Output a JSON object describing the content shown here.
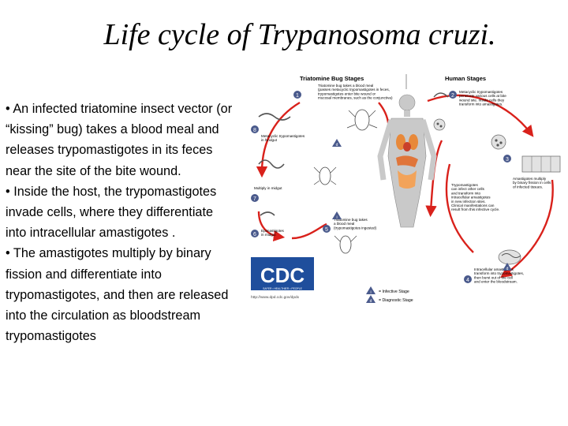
{
  "slide": {
    "title": "Life cycle of Trypanosoma cruzi.",
    "bullets": [
      "•   An infected triatomine insect vector (or “kissing” bug) takes a blood meal and releases trypomastigotes in its feces near the site of the bite wound.",
      "•   Inside the host, the trypomastigotes invade cells, where they differentiate into intracellular amastigotes .",
      "•   The amastigotes multiply by binary fission and differentiate into trypomastigotes, and then are released into the circulation as bloodstream trypomastigotes"
    ]
  },
  "diagram": {
    "left_header": "Triatomine Bug Stages",
    "right_header": "Human Stages",
    "step1_text": [
      "Triatomine bug takes a blood meal",
      "(passes metacyclic trypomastigotes in feces,",
      "trypomastigotes enter bite wound or",
      "mucosal membranes, such as the conjunctiva)"
    ],
    "step2_text": [
      "Metacyclic trypomastigotes",
      "penetrate various cells at bite",
      "wound site. Inside cells they",
      "transform into amastigotes."
    ],
    "step3_text": [
      "Amastigotes multiply",
      "by binary fission in cells",
      "of infected tissues."
    ],
    "step4_text": [
      "Intracellular amastigotes",
      "transform into trypomastigotes,",
      "then burst out of the cell",
      "and enter the bloodstream."
    ],
    "step5_text": [
      "Triatomine bug takes",
      "a blood meal",
      "(trypomastigotes ingested)"
    ],
    "step6_text": [
      "Epimastigotes",
      "in midgut"
    ],
    "step7_text": [
      "Multiply in midgut"
    ],
    "step8_text": [
      "Metacyclic trypomastigotes",
      "in hindgut"
    ],
    "human_note": [
      "Trypomastigotes",
      "can infect other cells",
      "and transform into",
      "intracellular amastigotes",
      "in new infection sites.",
      "Clinical manifestations can",
      "result from this infective cycle."
    ],
    "legend_infective": "= Infective Stage",
    "legend_diagnostic": "= Diagnostic Stage",
    "logo_text": "CDC",
    "logo_tagline": "SAFER • HEALTHIER • PEOPLE",
    "url": "http://www.dpd.cdc.gov/dpdx",
    "step_numbers": [
      "1",
      "2",
      "3",
      "4",
      "5",
      "6",
      "7",
      "8"
    ],
    "marker_i": "i",
    "marker_d": "d",
    "colors": {
      "arrow_red": "#d9211b",
      "step_circle": "#4a5a8c",
      "cdc_blue": "#1f4e9c",
      "organ_orange": "#e8893a",
      "body_gray": "#c9c9c9"
    }
  }
}
